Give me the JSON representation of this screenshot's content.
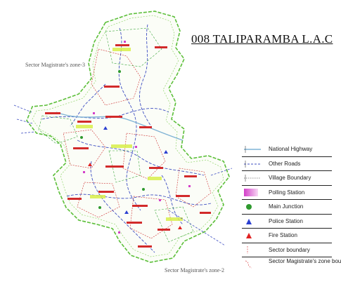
{
  "title": "008 TALIPARAMBA L.A.C",
  "zone_labels": {
    "top_left": "Sector Magistrate's zone-3",
    "bottom": "Sector Magistrate's zone-2"
  },
  "legend": [
    {
      "icon": "national-highway-icon",
      "label": "National Highway",
      "color": "#7fb3d5"
    },
    {
      "icon": "other-roads-icon",
      "label": "Other Roads",
      "color": "#3f4fc2"
    },
    {
      "icon": "village-boundary-icon",
      "label": "Village Boundary",
      "color": "#6a6a6a"
    },
    {
      "icon": "polling-station-icon",
      "label": "Polling Station",
      "color": "#d43fc9"
    },
    {
      "icon": "main-junction-icon",
      "label": "Main Junction",
      "color": "#2f9a2f"
    },
    {
      "icon": "police-station-icon",
      "label": "Police Station",
      "color": "#2b3fd1"
    },
    {
      "icon": "fire-station-icon",
      "label": "Fire Station",
      "color": "#e02222"
    },
    {
      "icon": "sector-boundary-icon",
      "label": "Sector boundary",
      "color": "#e05a5a"
    },
    {
      "icon": "sector-magistrate-zone-boundary-icon",
      "label": "Sector Magistrate's zone boundary",
      "color": "#e05a5a"
    }
  ],
  "colors": {
    "outer_boundary": "#5cbf3a",
    "roads": "#3f4fc2",
    "boundary_lines": "#cc2a2a",
    "labels": "#d22a2a",
    "highlights": "#d8ef4a"
  }
}
